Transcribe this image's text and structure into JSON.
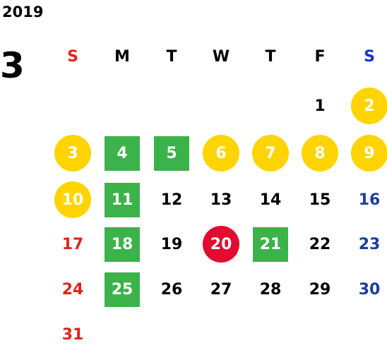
{
  "calendar": {
    "year": "2019",
    "month": "3",
    "colors": {
      "sunday": "#e0241b",
      "saturday_header": "#1a2fd6",
      "saturday": "#1d3f9c",
      "weekday": "#000000",
      "holiday_circle": "#ffd400",
      "green_square": "#3bb34a",
      "red_circle": "#e30b2f",
      "marked_text": "#ffffff"
    },
    "weekdays": [
      {
        "label": "S",
        "type": "sunday"
      },
      {
        "label": "M",
        "type": "weekday"
      },
      {
        "label": "T",
        "type": "weekday"
      },
      {
        "label": "W",
        "type": "weekday"
      },
      {
        "label": "T",
        "type": "weekday"
      },
      {
        "label": "F",
        "type": "weekday"
      },
      {
        "label": "S",
        "type": "saturday"
      }
    ],
    "weeks": [
      [
        null,
        null,
        null,
        null,
        null,
        {
          "day": "1"
        },
        {
          "day": "2",
          "mark": "circle-yellow"
        }
      ],
      [
        {
          "day": "3",
          "mark": "circle-yellow"
        },
        {
          "day": "4",
          "mark": "square-green"
        },
        {
          "day": "5",
          "mark": "square-green"
        },
        {
          "day": "6",
          "mark": "circle-yellow"
        },
        {
          "day": "7",
          "mark": "circle-yellow"
        },
        {
          "day": "8",
          "mark": "circle-yellow"
        },
        {
          "day": "9",
          "mark": "circle-yellow"
        }
      ],
      [
        {
          "day": "10",
          "mark": "circle-yellow"
        },
        {
          "day": "11",
          "mark": "square-green"
        },
        {
          "day": "12"
        },
        {
          "day": "13"
        },
        {
          "day": "14"
        },
        {
          "day": "15"
        },
        {
          "day": "16"
        }
      ],
      [
        {
          "day": "17"
        },
        {
          "day": "18",
          "mark": "square-green"
        },
        {
          "day": "19"
        },
        {
          "day": "20",
          "mark": "circle-red"
        },
        {
          "day": "21",
          "mark": "square-green"
        },
        {
          "day": "22"
        },
        {
          "day": "23"
        }
      ],
      [
        {
          "day": "24"
        },
        {
          "day": "25",
          "mark": "square-green"
        },
        {
          "day": "26"
        },
        {
          "day": "27"
        },
        {
          "day": "28"
        },
        {
          "day": "29"
        },
        {
          "day": "30"
        }
      ],
      [
        {
          "day": "31"
        },
        null,
        null,
        null,
        null,
        null,
        null
      ]
    ]
  }
}
